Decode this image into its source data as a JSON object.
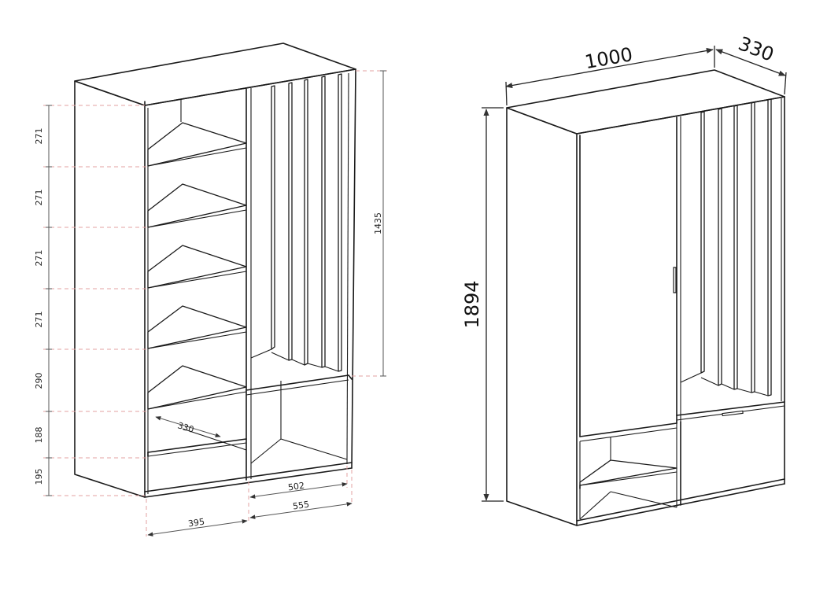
{
  "left_view": {
    "vertical_dims": [
      "271",
      "271",
      "271",
      "271",
      "290",
      "188",
      "195"
    ],
    "rail_section_height": "1435",
    "depth": "330",
    "inner_width": "502",
    "outer_width": "555",
    "shelf_width": "395"
  },
  "right_view": {
    "width": "1000",
    "depth": "330",
    "height": "1894"
  }
}
